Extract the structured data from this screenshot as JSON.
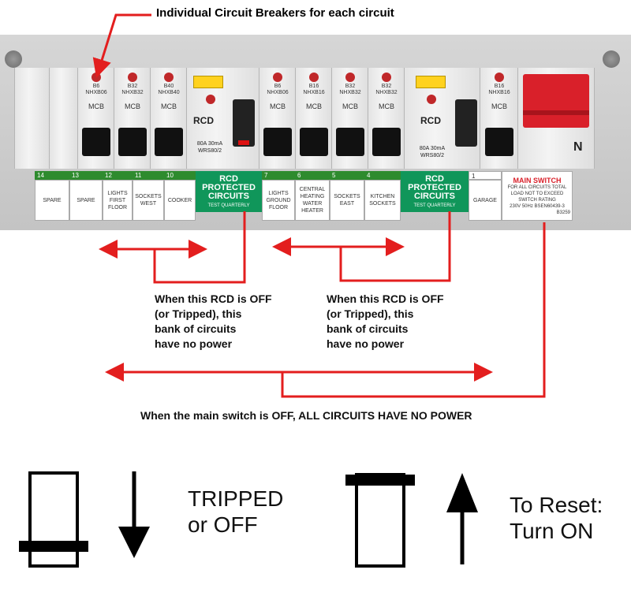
{
  "title": "Individual Circuit Breakers for each circuit",
  "colors": {
    "arrow_red": "#e31e1e",
    "label_green": "#10965a",
    "rcd_yellow": "#ffd21f",
    "main_switch_red": "#d9202a"
  },
  "breakers": {
    "b1": {
      "rating": "B6",
      "model": "NHXB06",
      "type": "MCB"
    },
    "b2": {
      "rating": "B32",
      "model": "NHXB32",
      "type": "MCB"
    },
    "b3": {
      "rating": "B40",
      "model": "NHXB40",
      "type": "MCB"
    },
    "b4": {
      "rating": "B6",
      "model": "NHXB06",
      "type": "MCB"
    },
    "b5": {
      "rating": "B16",
      "model": "NHXB16",
      "type": "MCB"
    },
    "b6": {
      "rating": "B32",
      "model": "NHXB32",
      "type": "MCB"
    },
    "b7": {
      "rating": "B32",
      "model": "NHXB32",
      "type": "MCB"
    },
    "b8": {
      "rating": "B16",
      "model": "NHXB16",
      "type": "MCB"
    }
  },
  "rcd": {
    "label": "RCD",
    "spec": "80A 30mA",
    "model": "WRS80/2"
  },
  "main_switch_mark": "N",
  "labels": {
    "n14": "14",
    "t14": "SPARE",
    "n13": "13",
    "t13": "SPARE",
    "n12": "12",
    "t12": "LIGHTS FIRST FLOOR",
    "n11": "11",
    "t11": "SOCKETS WEST",
    "n10": "10",
    "t10": "COOKER",
    "n7": "7",
    "t7": "LIGHTS GROUND FLOOR",
    "n6": "6",
    "t6": "CENTRAL HEATING WATER HEATER",
    "n5": "5",
    "t5": "SOCKETS EAST",
    "n4": "4",
    "t4": "KITCHEN SOCKETS",
    "n1": "1",
    "t1": "GARAGE",
    "rcd_protected": "RCD PROTECTED CIRCUITS",
    "test_quarterly": "TEST QUARTERLY",
    "main_switch_title": "MAIN SWITCH",
    "main_switch_body": "FOR ALL CIRCUITS TOTAL LOAD NOT TO EXCEED SWITCH RATING",
    "main_switch_std": "230V 50Hz BSEN60439-3",
    "main_switch_code": "B3259"
  },
  "annotations": {
    "rcd_left_1": "When this RCD is OFF",
    "rcd_left_2": "(or Tripped), this",
    "rcd_left_3": "bank of circuits",
    "rcd_left_4": "have no power",
    "rcd_right_1": "When this RCD is OFF",
    "rcd_right_2": "(or Tripped), this",
    "rcd_right_3": "bank of circuits",
    "rcd_right_4": "have no power",
    "main_switch_note": "When the main switch is OFF, ALL CIRCUITS HAVE NO POWER"
  },
  "legend": {
    "tripped_line1": "TRIPPED",
    "tripped_line2": "or OFF",
    "reset_line1": "To Reset:",
    "reset_line2": "Turn ON"
  }
}
